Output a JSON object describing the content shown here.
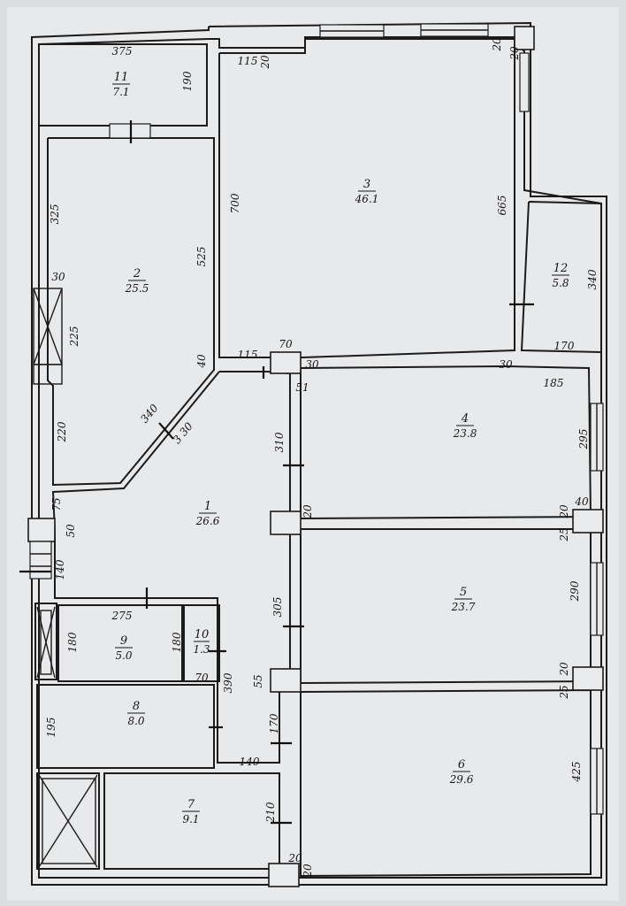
{
  "rooms": [
    {
      "id": "room-1",
      "number": "1",
      "area": "26.6"
    },
    {
      "id": "room-2",
      "number": "2",
      "area": "25.5"
    },
    {
      "id": "room-3",
      "number": "3",
      "area": "46.1"
    },
    {
      "id": "room-4",
      "number": "4",
      "area": "23.8"
    },
    {
      "id": "room-5",
      "number": "5",
      "area": "23.7"
    },
    {
      "id": "room-6",
      "number": "6",
      "area": "29.6"
    },
    {
      "id": "room-7",
      "number": "7",
      "area": "9.1"
    },
    {
      "id": "room-8",
      "number": "8",
      "area": "8.0"
    },
    {
      "id": "room-9",
      "number": "9",
      "area": "5.0"
    },
    {
      "id": "room-10",
      "number": "10",
      "area": "1.3"
    },
    {
      "id": "room-11",
      "number": "11",
      "area": "7.1"
    },
    {
      "id": "room-12",
      "number": "12",
      "area": "5.8"
    }
  ],
  "dimensions": [
    {
      "id": "d-375",
      "text": "375"
    },
    {
      "id": "d-190a",
      "text": "190"
    },
    {
      "id": "d-115a",
      "text": "115"
    },
    {
      "id": "d-20a",
      "text": "20"
    },
    {
      "id": "d-20b",
      "text": "20"
    },
    {
      "id": "d-20c",
      "text": "20"
    },
    {
      "id": "d-700",
      "text": "700"
    },
    {
      "id": "d-665",
      "text": "665"
    },
    {
      "id": "d-325",
      "text": "325"
    },
    {
      "id": "d-525",
      "text": "525"
    },
    {
      "id": "d-30a",
      "text": "30"
    },
    {
      "id": "d-340a",
      "text": "340"
    },
    {
      "id": "d-225",
      "text": "225"
    },
    {
      "id": "d-40a",
      "text": "40"
    },
    {
      "id": "d-170",
      "text": "170"
    },
    {
      "id": "d-115b",
      "text": "115"
    },
    {
      "id": "d-70a",
      "text": "70"
    },
    {
      "id": "d-30b",
      "text": "30"
    },
    {
      "id": "d-30c",
      "text": "30"
    },
    {
      "id": "d-51",
      "text": "51"
    },
    {
      "id": "d-185",
      "text": "185"
    },
    {
      "id": "d-340b",
      "text": "340"
    },
    {
      "id": "d-330",
      "text": "3 30"
    },
    {
      "id": "d-220",
      "text": "220"
    },
    {
      "id": "d-310",
      "text": "310"
    },
    {
      "id": "d-295",
      "text": "295"
    },
    {
      "id": "d-75",
      "text": "75"
    },
    {
      "id": "d-20d",
      "text": "20"
    },
    {
      "id": "d-20e",
      "text": "20"
    },
    {
      "id": "d-40b",
      "text": "40"
    },
    {
      "id": "d-50",
      "text": "50"
    },
    {
      "id": "d-25a",
      "text": "25"
    },
    {
      "id": "d-140a",
      "text": "140"
    },
    {
      "id": "d-290",
      "text": "290"
    },
    {
      "id": "d-275",
      "text": "275"
    },
    {
      "id": "d-305",
      "text": "305"
    },
    {
      "id": "d-180a",
      "text": "180"
    },
    {
      "id": "d-180b",
      "text": "180"
    },
    {
      "id": "d-390",
      "text": "390"
    },
    {
      "id": "d-70b",
      "text": "70"
    },
    {
      "id": "d-55",
      "text": "55"
    },
    {
      "id": "d-20f",
      "text": "20"
    },
    {
      "id": "d-25b",
      "text": "25"
    },
    {
      "id": "d-195",
      "text": "195"
    },
    {
      "id": "d-170b",
      "text": "170"
    },
    {
      "id": "d-140b",
      "text": "140"
    },
    {
      "id": "d-425",
      "text": "425"
    },
    {
      "id": "d-210",
      "text": "210"
    },
    {
      "id": "d-20g",
      "text": "20"
    },
    {
      "id": "d-20h",
      "text": "20"
    }
  ]
}
